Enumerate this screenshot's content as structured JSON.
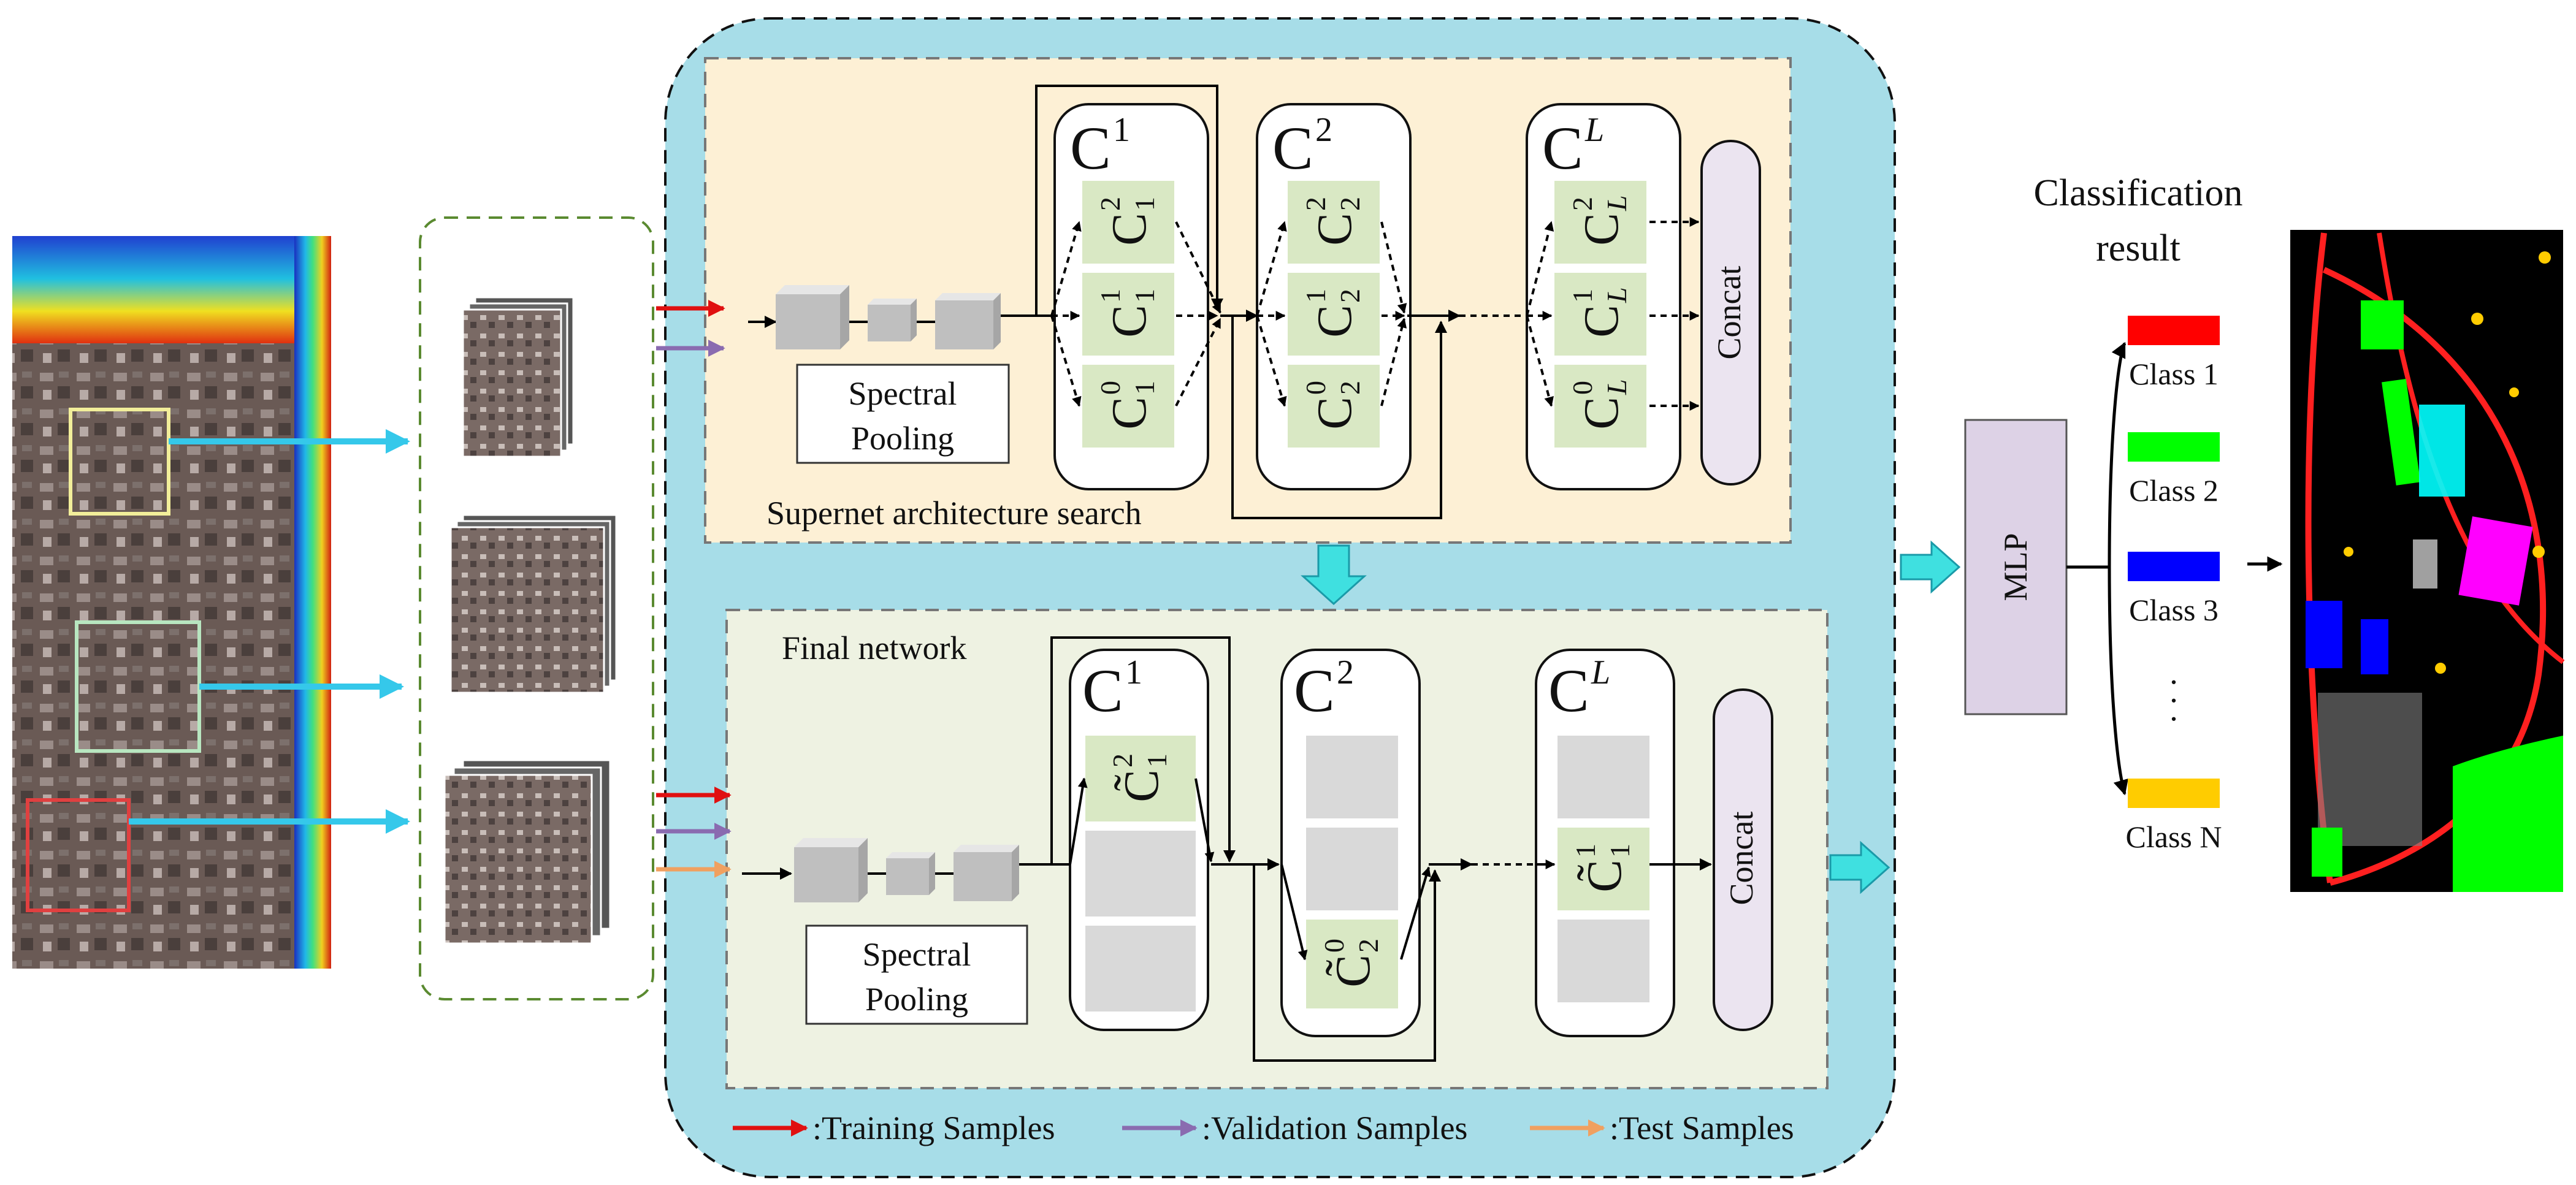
{
  "search": {
    "title": "Supernet architecture search",
    "pooling_line1": "Spectral",
    "pooling_line2": "Pooling",
    "concat": "Concat",
    "cells": [
      {
        "name": "C",
        "sub": "1",
        "ops": [
          {
            "sup": "2",
            "sub": "1"
          },
          {
            "sup": "1",
            "sub": "1"
          },
          {
            "sup": "0",
            "sub": "1"
          }
        ]
      },
      {
        "name": "C",
        "sub": "2",
        "ops": [
          {
            "sup": "2",
            "sub": "2"
          },
          {
            "sup": "1",
            "sub": "2"
          },
          {
            "sup": "0",
            "sub": "2"
          }
        ]
      },
      {
        "name": "C",
        "sub": "L",
        "ops": [
          {
            "sup": "2",
            "sub": "L"
          },
          {
            "sup": "1",
            "sub": "L"
          },
          {
            "sup": "0",
            "sub": "L"
          }
        ]
      }
    ]
  },
  "final": {
    "title": "Final network",
    "pooling_line1": "Spectral",
    "pooling_line2": "Pooling",
    "concat": "Concat",
    "cells": [
      {
        "name": "C",
        "sub": "1",
        "op": {
          "base": "C̃",
          "sup": "2",
          "sub": "1"
        }
      },
      {
        "name": "C",
        "sub": "2",
        "op": {
          "base": "C̃",
          "sup": "0",
          "sub": "2"
        }
      },
      {
        "name": "C",
        "sub": "L",
        "op": {
          "base": "C̃",
          "sup": "1",
          "sub": "1"
        }
      }
    ]
  },
  "mlp": "MLP",
  "result": {
    "title_line1": "Classification",
    "title_line2": "result",
    "classes": [
      {
        "label": "Class 1",
        "color": "#ff0000"
      },
      {
        "label": "Class 2",
        "color": "#00ff00"
      },
      {
        "label": "Class 3",
        "color": "#0000ff"
      },
      {
        "label": "Class N",
        "color": "#ffcc00"
      }
    ],
    "ellipsis": "."
  },
  "legend": [
    {
      "label": ":Training Samples",
      "color": "#e01010"
    },
    {
      "label": ":Validation Samples",
      "color": "#8a6bb0"
    },
    {
      "label": ":Test Samples",
      "color": "#f0a060"
    }
  ],
  "colors": {
    "panel_blue": "#a7dde8",
    "search_bg": "#fdf0d5",
    "final_bg": "#eef2e2",
    "op_green": "#d9e8c4",
    "gray_op": "#d9d9d9",
    "concat_fill": "#ebe4f0",
    "mlp_fill": "#ddd2e6",
    "cyan_arrow": "#3fe0e0",
    "patch_arrow": "#35c8ea"
  }
}
